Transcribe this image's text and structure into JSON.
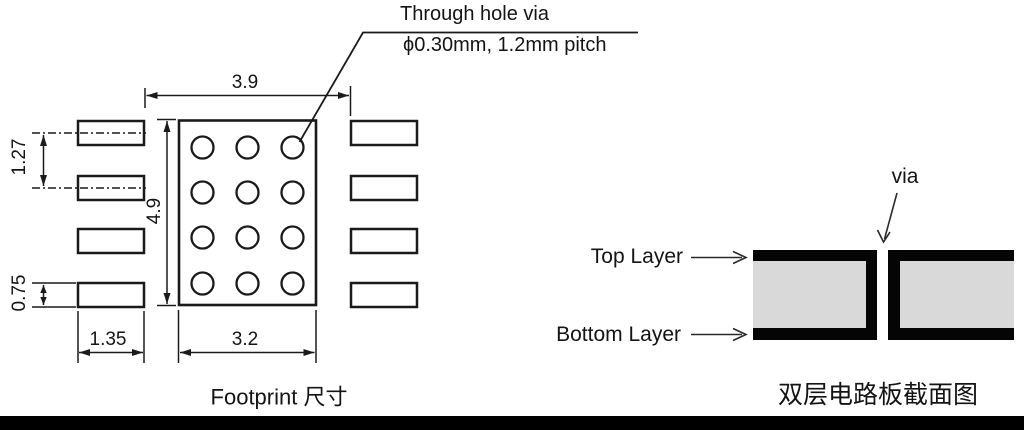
{
  "colors": {
    "line": "#1a1a1a",
    "board_fill": "#d9d9d9",
    "copper": "#050505",
    "bottom_bar": "#000000"
  },
  "footprint": {
    "caption": "Footprint 尺寸",
    "annotation": {
      "line1": "Through hole via",
      "line2": "ϕ0.30mm, 1.2mm pitch"
    },
    "dims": {
      "top_width": "3.9",
      "height": "4.9",
      "bottom_width": "3.2",
      "pad_pitch": "1.27",
      "pad_height": "0.75",
      "pad_width": "1.35"
    },
    "via_grid": {
      "rows": 4,
      "cols": 3
    },
    "pads_per_side": 4
  },
  "cross_section": {
    "caption": "双层电路板截面图",
    "via_label": "via",
    "top_layer_label": "Top Layer",
    "bottom_layer_label": "Bottom Layer"
  }
}
